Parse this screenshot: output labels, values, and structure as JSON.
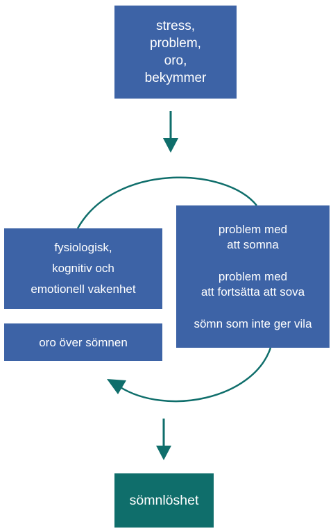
{
  "diagram": {
    "top_box": {
      "lines": [
        "stress,",
        "problem,",
        "oro,",
        "bekymmer"
      ]
    },
    "right_box": {
      "group1": [
        "problem med",
        "att somna"
      ],
      "group2": [
        "problem med",
        "att fortsätta att sova"
      ],
      "group3": [
        "sömn som inte ger vila"
      ]
    },
    "left_box": {
      "lines": [
        "fysiologisk,",
        "kognitiv och",
        "emotionell vakenhet"
      ]
    },
    "oro_box": {
      "label": "oro över sömnen"
    },
    "bottom_box": {
      "label": "sömnlöshet"
    }
  },
  "colors": {
    "box_blue": "#3d63a6",
    "box_teal": "#0f6e6b",
    "arrow": "#0f6e6b",
    "text": "#ffffff"
  },
  "icons": [
    "arrow-down-icon",
    "cycle-arrow-icon"
  ]
}
